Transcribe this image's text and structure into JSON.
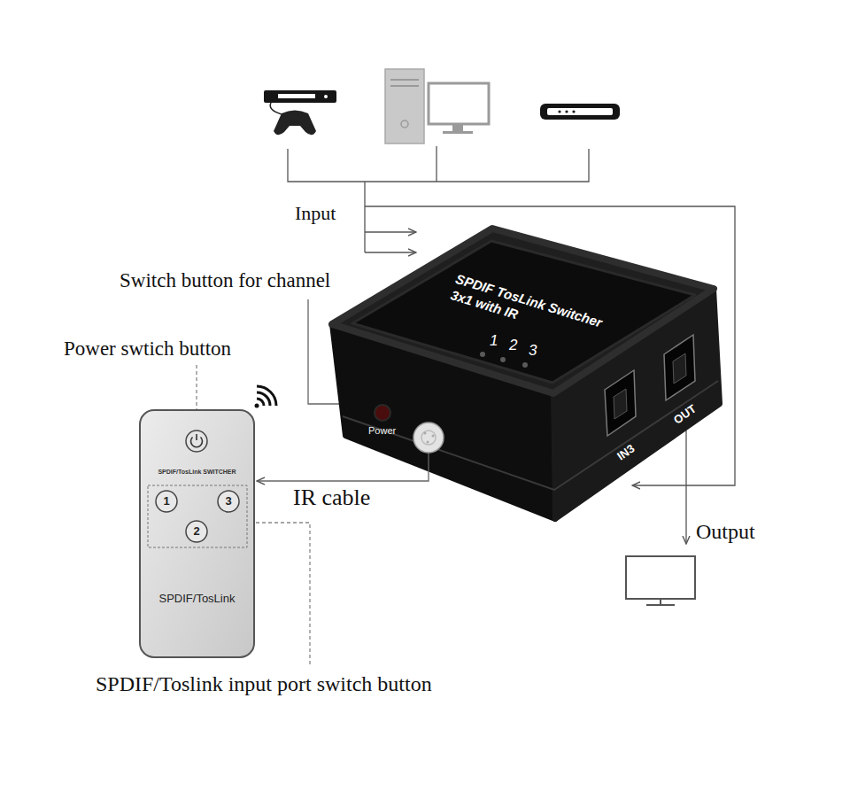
{
  "diagram": {
    "nodes": [
      {
        "text": [
          "SPDIF TosLink Switcher 3x1 with IR"
        ]
      },
      {
        "text": [
          "SPDIF/TosLink SWITCHER",
          "SPDIF/TosLink"
        ]
      },
      {
        "text": [
          "1"
        ],
        "in": 1
      },
      {
        "text": [
          "3"
        ],
        "in": 1
      },
      {
        "text": [
          "2"
        ],
        "in": 1
      }
    ],
    "edges": [
      {
        "from": 0,
        "to": 1,
        "label": "IR cable",
        "arrow": "to"
      }
    ],
    "labels": [
      "Input",
      "Switch button for channel",
      "Power swtich button",
      "1",
      "2",
      "3",
      "Power",
      "IN3",
      "OUT",
      "Output",
      "SPDIF/Toslink input port switch button"
    ]
  }
}
